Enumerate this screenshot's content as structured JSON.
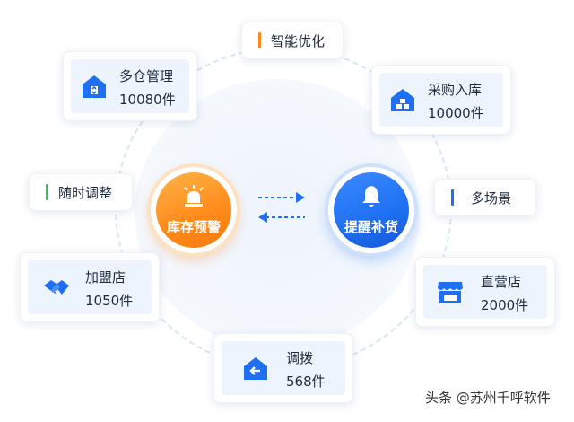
{
  "tags": {
    "smart": "智能优化",
    "adjust": "随时调整",
    "multi": "多场景"
  },
  "cards": {
    "warehouse": {
      "title": "多仓管理",
      "value": "10080件",
      "icon": "warehouse-icon"
    },
    "purchase": {
      "title": "采购入库",
      "value": "10000件",
      "icon": "store-in-icon"
    },
    "franchise": {
      "title": "加盟店",
      "value": "1050件",
      "icon": "handshake-icon"
    },
    "direct": {
      "title": "直营店",
      "value": "2000件",
      "icon": "shop-icon"
    },
    "transfer": {
      "title": "调拨",
      "value": "568件",
      "icon": "transfer-icon"
    }
  },
  "center": {
    "alert": "库存预警",
    "remind": "提醒补货"
  },
  "colors": {
    "accent_blue": "#1f6ff2",
    "accent_orange": "#ff8a1a",
    "tag_green": "#32c25a",
    "card_bg": "#edf4fe"
  },
  "watermark": "头条 @苏州千呼软件"
}
